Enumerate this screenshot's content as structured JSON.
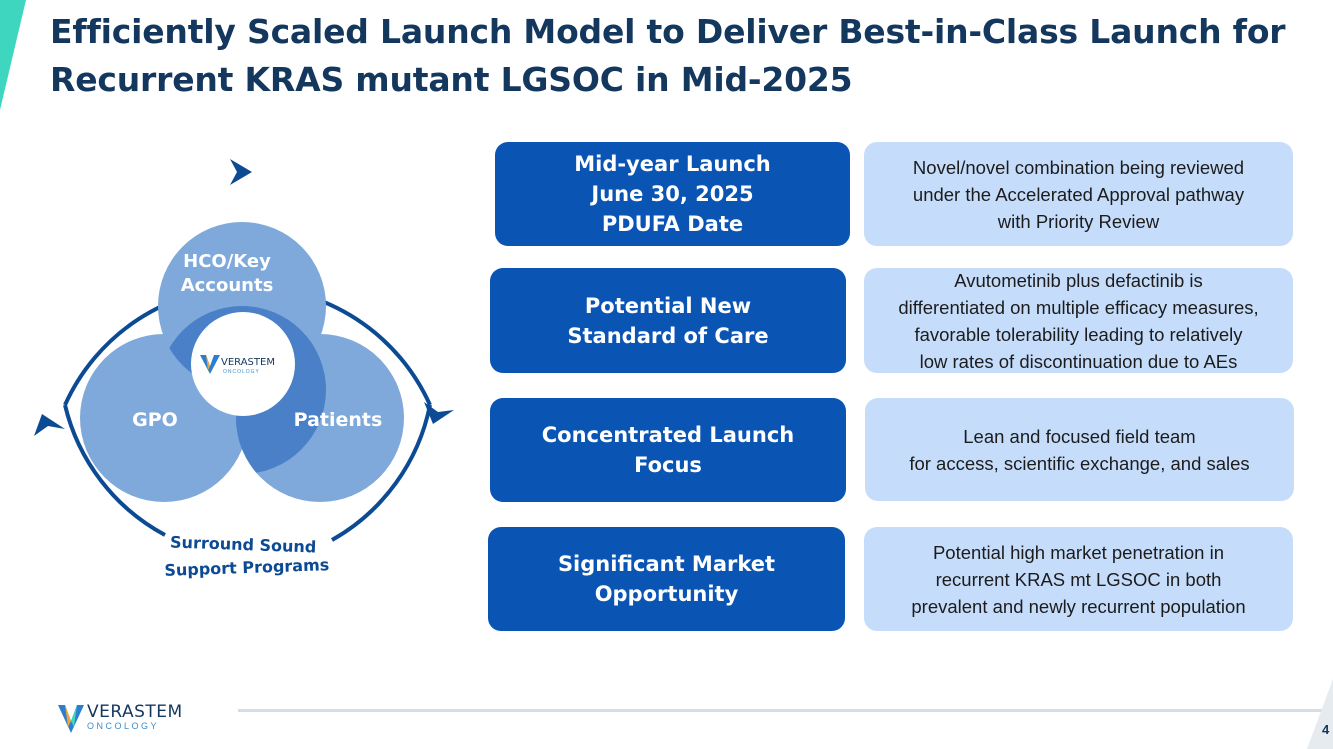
{
  "slide": {
    "title_line1": "Efficiently Scaled Launch Model to Deliver Best-in-Class Launch for",
    "title_line2": "Recurrent KRAS mutant LGSOC in Mid-2025",
    "page_number": "4"
  },
  "venn": {
    "top_line1": "HCO/Key",
    "top_line2": "Accounts",
    "left": "GPO",
    "right": "Patients",
    "center_logo_name": "VERASTEM",
    "center_logo_sub": "ONCOLOGY",
    "ring_line1": "Surround Sound",
    "ring_line2": "Support Programs"
  },
  "rows": [
    {
      "heading": [
        "Mid-year Launch",
        "June 30, 2025",
        "PDUFA Date"
      ],
      "detail": [
        "Novel/novel combination being reviewed",
        "under the Accelerated Approval pathway",
        "with Priority Review"
      ]
    },
    {
      "heading": [
        "Potential New",
        "Standard of Care"
      ],
      "detail": [
        "Avutometinib plus defactinib is",
        "differentiated on multiple efficacy measures,",
        "favorable tolerability leading to relatively",
        "low rates of discontinuation due to AEs"
      ]
    },
    {
      "heading": [
        "Concentrated Launch",
        "Focus"
      ],
      "detail": [
        "Lean and focused field team",
        "for access, scientific exchange, and sales"
      ]
    },
    {
      "heading": [
        "Significant Market",
        "Opportunity"
      ],
      "detail": [
        "Potential high market penetration in",
        "recurrent KRAS mt LGSOC in both",
        "prevalent and newly recurrent population"
      ]
    }
  ],
  "footer": {
    "logo_name": "VERASTEM",
    "logo_sub": "ONCOLOGY"
  },
  "colors": {
    "title": "#14375e",
    "dark_pill": "#0a54b3",
    "light_pill": "#c5ddfb",
    "venn_circle": "#7fa9da",
    "venn_overlap": "#4a80c8",
    "ring": "#0d4a94",
    "accent_teal": "#3fd6c0"
  }
}
